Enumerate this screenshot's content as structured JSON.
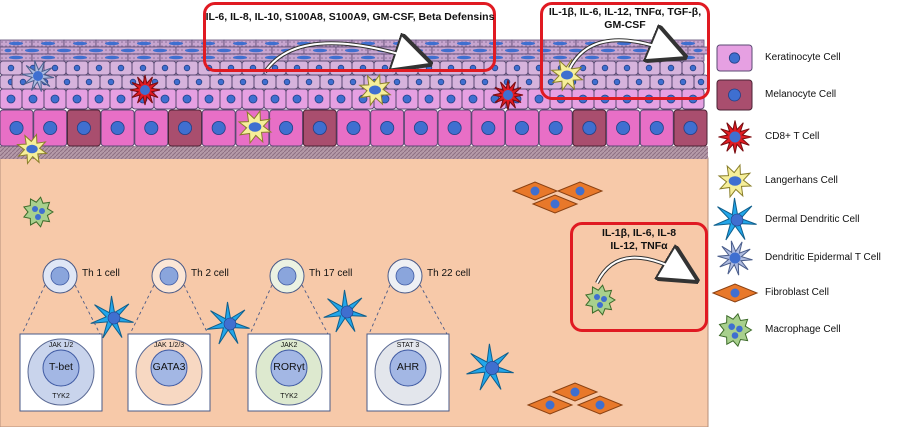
{
  "callouts": {
    "epidermis_cytokines": "IL-6, IL-8, IL-10, S100A8, S100A9, GM-CSF, Beta Defensins",
    "langerhans_cytokines_line1": "IL-1β, IL-6, IL-12, TNFα, TGF-β,",
    "langerhans_cytokines_line2": "GM-CSF",
    "macrophage_cytokines_line1": "IL-1β, IL-6, IL-8",
    "macrophage_cytokines_line2": "IL-12, TNFα"
  },
  "t_cells": [
    {
      "label": "Th 1 cell",
      "factor": "T-bet",
      "kinase_top": "JAK 1/2",
      "kinase_bottom": "TYK2",
      "fill": "#c9d4ec",
      "outer": "#dfe6f5"
    },
    {
      "label": "Th 2 cell",
      "factor": "GATA3",
      "kinase_top": "JAK 1/2/3",
      "kinase_bottom": "",
      "fill": "#f7d8c2",
      "outer": "#fbe6d6"
    },
    {
      "label": "Th 17 cell",
      "factor": "RORγt",
      "kinase_top": "JAK2",
      "kinase_bottom": "TYK2",
      "fill": "#dde9cf",
      "outer": "#ebf2e2"
    },
    {
      "label": "Th 22 cell",
      "factor": "AHR",
      "kinase_top": "STAT 3",
      "kinase_bottom": "",
      "fill": "#e3e6ec",
      "outer": "#eef0f4"
    }
  ],
  "legend": [
    {
      "label": "Keratinocyte Cell",
      "icon": "keratinocyte-icon"
    },
    {
      "label": "Melanocyte Cell",
      "icon": "melanocyte-icon"
    },
    {
      "label": "CD8+ T Cell",
      "icon": "cd8-t-cell-icon"
    },
    {
      "label": "Langerhans Cell",
      "icon": "langerhans-cell-icon"
    },
    {
      "label": "Dermal Dendritic Cell",
      "icon": "dermal-dendritic-cell-icon"
    },
    {
      "label": "Dendritic Epidermal T Cell",
      "icon": "dendritic-epidermal-t-cell-icon"
    },
    {
      "label": "Fibroblast Cell",
      "icon": "fibroblast-icon"
    },
    {
      "label": "Macrophage Cell",
      "icon": "macrophage-icon"
    }
  ],
  "colors": {
    "dermis": "#f7c9a9",
    "keratinocyte": "#e6a0e2",
    "keratinocyte_light": "#d6b3dc",
    "melanocyte": "#a94e6e",
    "nucleus": "#3f6fd0",
    "cd8": "#e11b22",
    "langerhans": "#f6ef9a",
    "dermal_dc": "#22a6ea",
    "detc": "#aebbe0",
    "fibroblast": "#e8782a",
    "macrophage": "#a8d08d",
    "callout_border": "#e01a22"
  }
}
